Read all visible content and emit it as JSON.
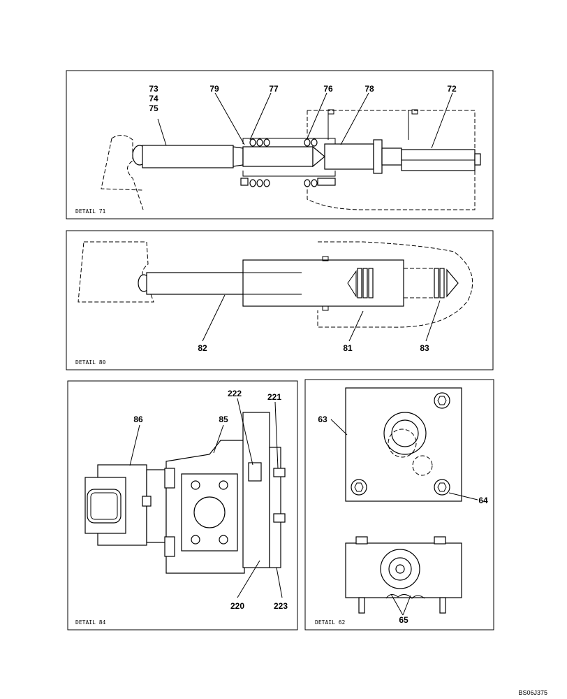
{
  "panels": {
    "detail71": {
      "caption": "DETAIL 71",
      "callouts": {
        "c73": "73",
        "c74": "74",
        "c75": "75",
        "c79": "79",
        "c77": "77",
        "c76": "76",
        "c78": "78",
        "c72": "72"
      }
    },
    "detail80": {
      "caption": "DETAIL 80",
      "callouts": {
        "c82": "82",
        "c81": "81",
        "c83": "83"
      }
    },
    "detail84": {
      "caption": "DETAIL 84",
      "callouts": {
        "c86": "86",
        "c85": "85",
        "c222": "222",
        "c221": "221",
        "c220": "220",
        "c223": "223"
      }
    },
    "detail62": {
      "caption": "DETAIL 62",
      "callouts": {
        "c63": "63",
        "c64": "64",
        "c65": "65"
      }
    }
  },
  "drawing_ref": "BS06J375"
}
